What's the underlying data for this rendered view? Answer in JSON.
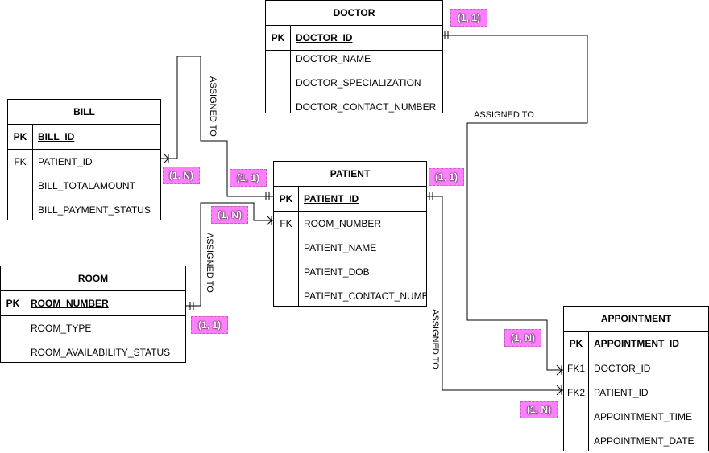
{
  "entities": {
    "doctor": {
      "title": "DOCTOR",
      "pk_key": "PK",
      "pk_field": "DOCTOR_ID",
      "fields": [
        "DOCTOR_NAME",
        "DOCTOR_SPECIALIZATION",
        "DOCTOR_CONTACT_NUMBER"
      ]
    },
    "bill": {
      "title": "BILL",
      "pk_key": "PK",
      "pk_field": "BILL_ID",
      "fk_key": "FK",
      "fields": [
        "PATIENT_ID",
        "BILL_TOTALAMOUNT",
        "BILL_PAYMENT_STATUS"
      ]
    },
    "patient": {
      "title": "PATIENT",
      "pk_key": "PK",
      "pk_field": "PATIENT_ID",
      "fk_key": "FK",
      "fields": [
        "ROOM_NUMBER",
        "PATIENT_NAME",
        "PATIENT_DOB",
        "PATIENT_CONTACT_NUMBE"
      ]
    },
    "room": {
      "title": "ROOM",
      "pk_key": "PK",
      "pk_field": "ROOM_NUMBER",
      "fields": [
        "ROOM_TYPE",
        "ROOM_AVAILABILITY_STATUS"
      ]
    },
    "appointment": {
      "title": "APPOINTMENT",
      "pk_key": "PK",
      "pk_field": "APPOINTMENT_ID",
      "fk1_key": "FK1",
      "fk2_key": "FK2",
      "fields": [
        "DOCTOR_ID",
        "PATIENT_ID",
        "APPOINTMENT_TIME",
        "APPOINTMENT_DATE"
      ]
    }
  },
  "relationship_labels": {
    "bill_patient": "ASSIGNED TO",
    "doctor_appointment": "ASSIGNED TO",
    "room_patient": "ASSIGNED TO",
    "patient_appointment": "ASSIGNED TO"
  },
  "cardinalities": {
    "doctor": "(1, 1)",
    "bill": "(1, N)",
    "patient_from_bill": "(1, 1)",
    "patient_to_doctor": "(1, 1)",
    "patient_from_room": "(1, N)",
    "room": "(1, 1)",
    "appointment_doctor": "(1, N)",
    "appointment_patient": "(1, N)"
  },
  "colors": {
    "cardinality_fill": "#ff80ff",
    "line": "#000000",
    "background": "#ffffff"
  }
}
